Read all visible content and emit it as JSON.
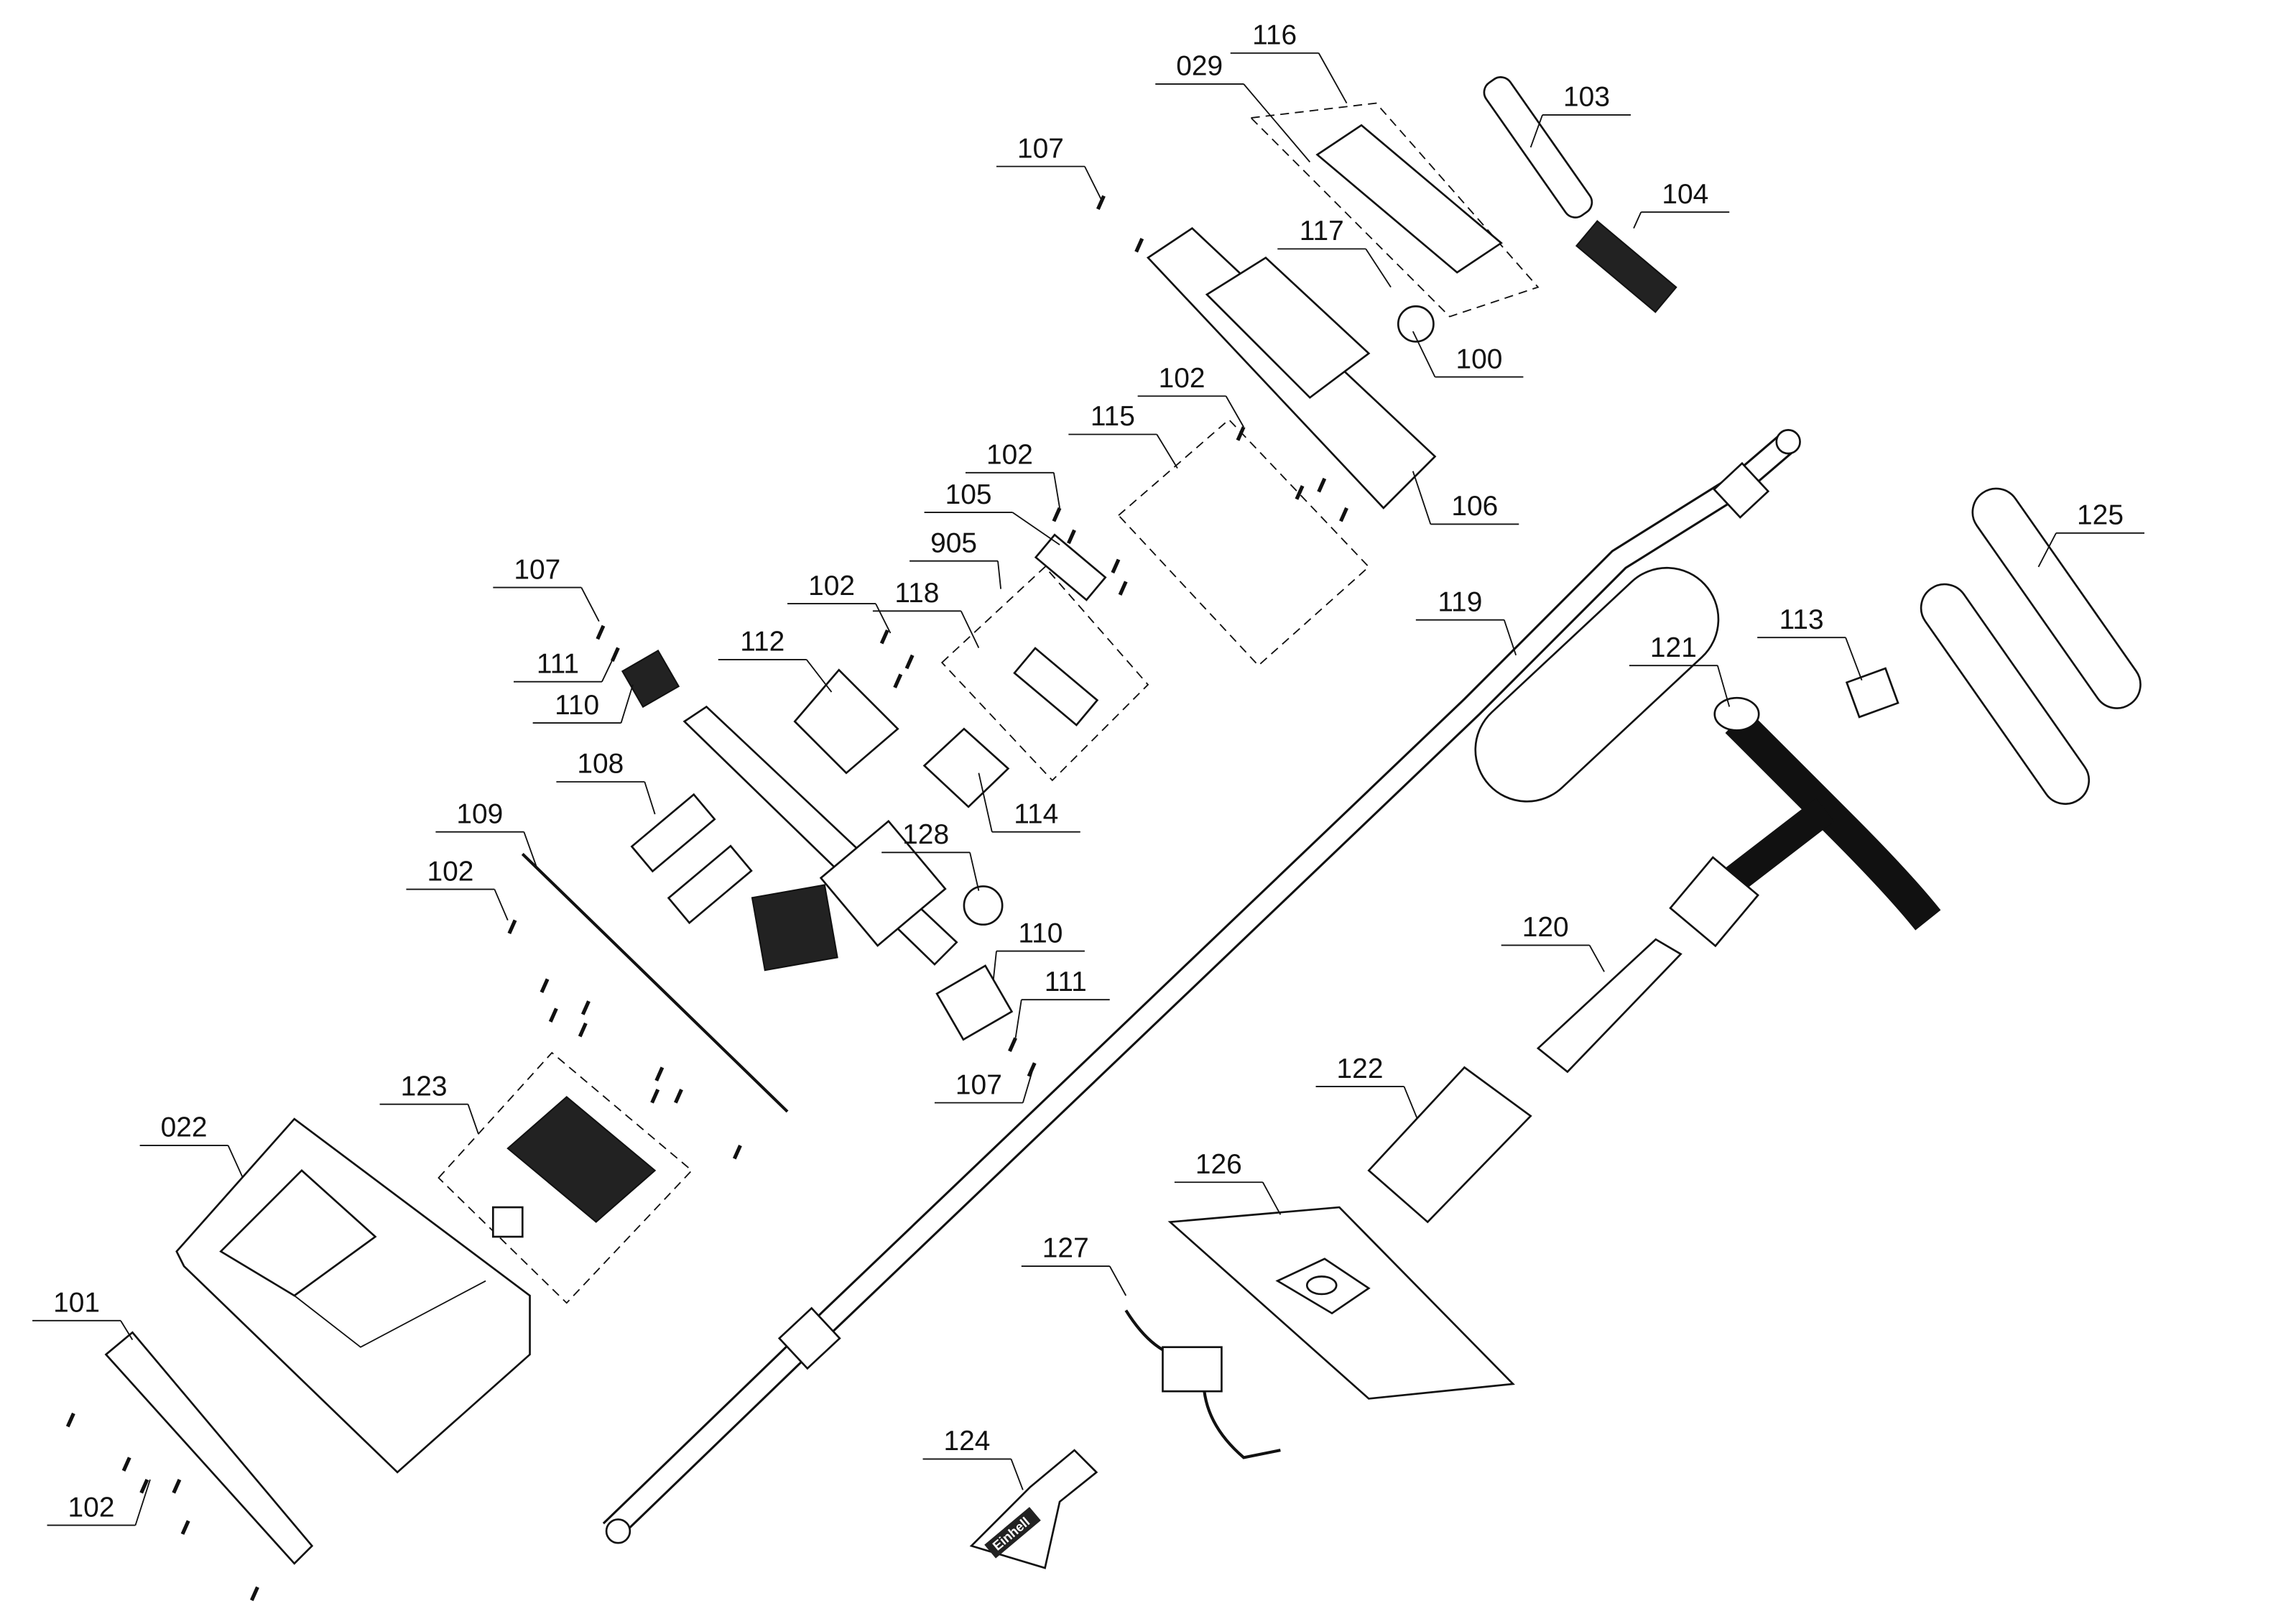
{
  "diagram": {
    "title": "Exploded parts diagram",
    "labels": [
      "116",
      "029",
      "103",
      "107",
      "104",
      "117",
      "100",
      "102",
      "115",
      "102",
      "106",
      "105",
      "905",
      "107",
      "102",
      "118",
      "119",
      "125",
      "113",
      "121",
      "112",
      "111",
      "110",
      "108",
      "114",
      "109",
      "128",
      "102",
      "110",
      "120",
      "111",
      "107",
      "123",
      "122",
      "022",
      "126",
      "127",
      "101",
      "124",
      "102"
    ],
    "logo_text": "Einhell"
  }
}
